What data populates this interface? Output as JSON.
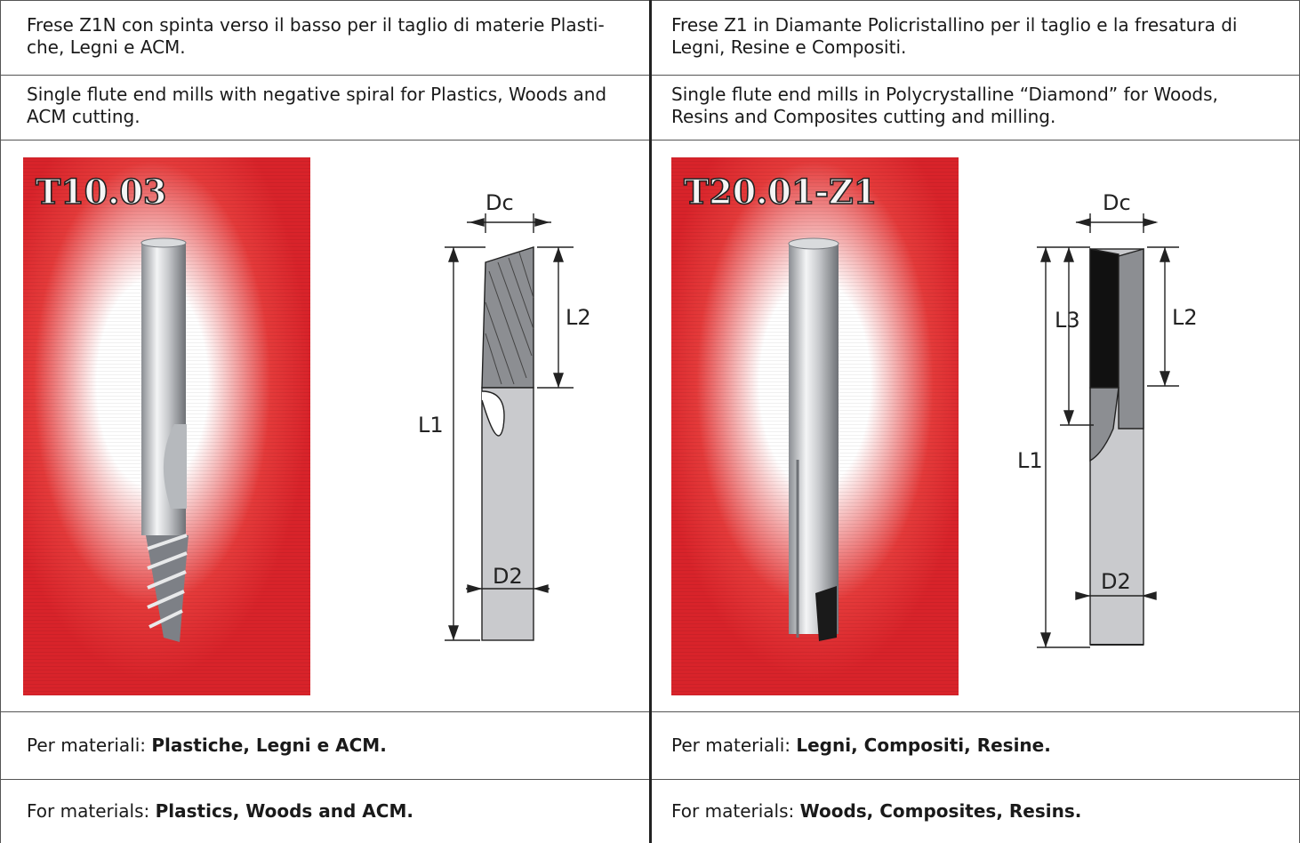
{
  "left": {
    "desc_it": "Frese Z1N con spinta verso il basso per il taglio di materie Plasti-che, Legni e ACM.",
    "desc_en": "Single flute end mills with negative spiral for Plastics, Woods and ACM cutting.",
    "product_code": "T10.03",
    "dimensions": {
      "dc": "Dc",
      "l1": "L1",
      "l2": "L2",
      "d2": "D2"
    },
    "materials_it_prefix": "Per materiali: ",
    "materials_it_value": "Plastiche, Legni e ACM.",
    "materials_en_prefix": "For materials: ",
    "materials_en_value": "Plastics, Woods and ACM."
  },
  "right": {
    "desc_it": "Frese Z1 in Diamante Policristallino per il taglio e la fresatura di Legni, Resine e Compositi.",
    "desc_en": "Single flute end mills in Polycrystalline “Diamond” for Woods, Resins and Composites cutting and milling.",
    "product_code": "T20.01-Z1",
    "dimensions": {
      "dc": "Dc",
      "l1": "L1",
      "l2": "L2",
      "l3": "L3",
      "d2": "D2"
    },
    "materials_it_prefix": "Per materiali: ",
    "materials_it_value": "Legni, Compositi, Resine.",
    "materials_en_prefix": "For materials: ",
    "materials_en_value": "Woods, Composites, Resins."
  },
  "colors": {
    "photo_red": "#d8232a",
    "photo_glow": "#ffffff",
    "line": "#555555"
  }
}
